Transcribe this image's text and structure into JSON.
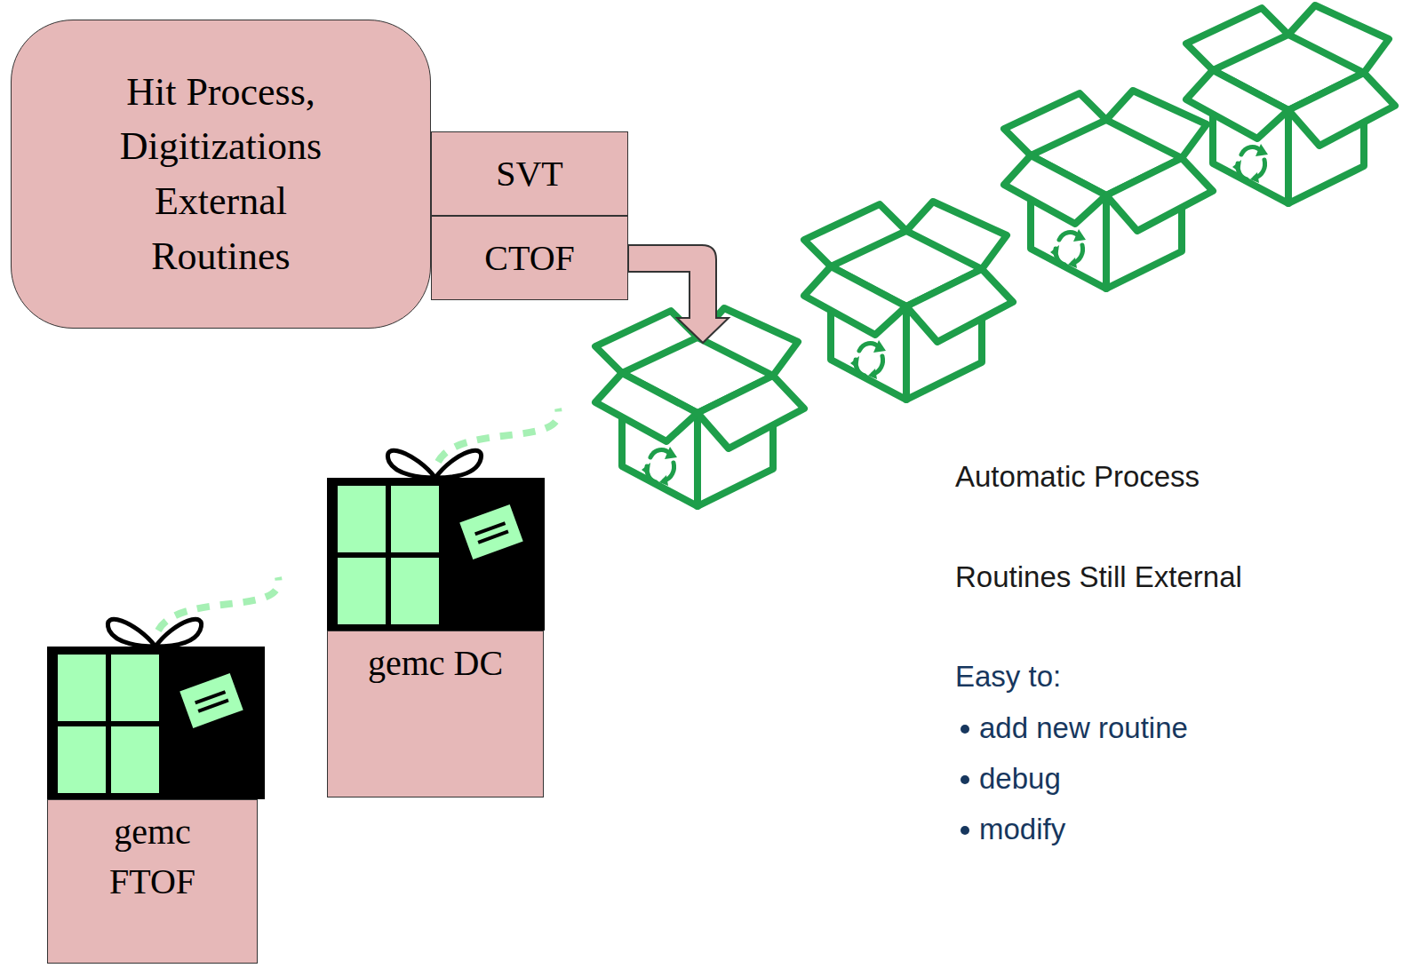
{
  "diagram": {
    "nodes": [
      {
        "text": [
          "Hit Process, Digitizations External Routines"
        ]
      },
      {
        "text": [
          "SVT"
        ]
      },
      {
        "text": [
          "CTOF"
        ]
      },
      {
        "text": [
          "gemc DC"
        ]
      },
      {
        "text": [
          "gemc FTOF"
        ]
      }
    ],
    "labels": [
      "Automatic Process",
      "Routines Still External",
      "Easy to:",
      "add new routine",
      "debug",
      "modify"
    ]
  }
}
